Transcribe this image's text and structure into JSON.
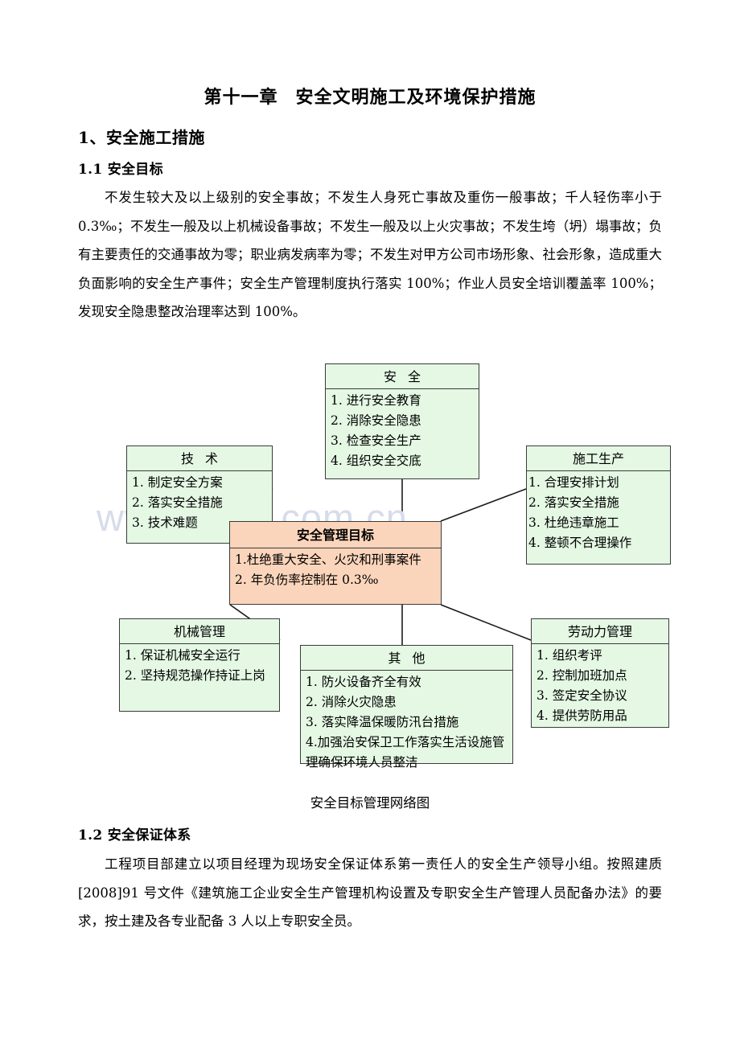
{
  "document": {
    "chapter_title_prefix": "第十一章",
    "chapter_title_main": "安全文明施工及环境保护措施",
    "section_1_heading": "1、安全施工措施",
    "section_1_1_heading": "1.1 安全目标",
    "section_1_1_paragraph": "不发生较大及以上级别的安全事故；不发生人身死亡事故及重伤一般事故；千人轻伤率小于 0.3‰；不发生一般及以上机械设备事故；不发生一般及以上火灾事故；不发生垮（坍）塌事故；负有主要责任的交通事故为零；职业病发病率为零；不发生对甲方公司市场形象、社会形象，造成重大负面影响的安全生产事件；安全生产管理制度执行落实 100%；作业人员安全培训覆盖率 100%；发现安全隐患整改治理率达到 100%。",
    "figure_caption": "安全目标管理网络图",
    "section_1_2_heading": "1.2 安全保证体系",
    "section_1_2_paragraph": "工程项目部建立以项目经理为现场安全保证体系第一责任人的安全生产领导小组。按照建质[2008]91 号文件《建筑施工企业安全生产管理机构设置及专职安全生产管理人员配备办法》的要求，按土建及各专业配备 3 人以上专职安全员。"
  },
  "watermark": {
    "text": "www.zixin.com.cn",
    "color": "#d7dcea"
  },
  "colors": {
    "node_fill_green": "#e4f8e4",
    "node_fill_orange": "#fbd5bb",
    "node_border": "#3b3b3b",
    "connector": "#1a1a1a",
    "text": "#000000"
  },
  "diagram": {
    "title": "安全目标管理网络图",
    "nodes": {
      "safety": {
        "title_part_1": "安",
        "title_part_2": "全",
        "items": [
          "1. 进行安全教育",
          "2. 消除安全隐患",
          "3. 检查安全生产",
          "4. 组织安全交底"
        ]
      },
      "technology": {
        "title_part_1": "技",
        "title_part_2": "术",
        "items": [
          "1. 制定安全方案",
          "2. 落实安全措施",
          "3. 技术难题"
        ]
      },
      "production": {
        "title": "施工生产",
        "items": [
          "1. 合理安排计划",
          "2. 落实安全措施",
          "3. 杜绝违章施工",
          "4. 整顿不合理操作"
        ]
      },
      "center": {
        "title": "安全管理目标",
        "items": [
          "1.杜绝重大安全、火灾和刑事案件",
          "2. 年负伤率控制在 0.3‰"
        ]
      },
      "machinery": {
        "title": "机械管理",
        "items": [
          "1. 保证机械安全运行",
          "2. 坚持规范操作持证上岗"
        ]
      },
      "other": {
        "title_part_1": "其",
        "title_part_2": "他",
        "items": [
          "1. 防火设备齐全有效",
          "2. 消除火灾隐患",
          "3. 落实降温保暖防汛台措施",
          "4.加强治安保卫工作落实生活设施管理确保环境人员整洁"
        ]
      },
      "labor": {
        "title": "劳动力管理",
        "items": [
          "1. 组织考评",
          "2. 控制加班加点",
          "3. 签定安全协议",
          "4. 提供劳防用品"
        ]
      }
    }
  }
}
